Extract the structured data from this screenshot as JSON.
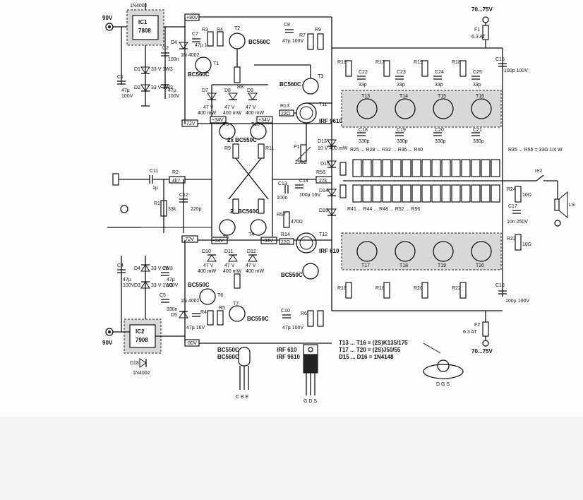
{
  "supply": {
    "in_top": "90V",
    "in_bottom": "90V",
    "rail_pos": "+72V",
    "rail_neg": "-72V",
    "rail_80p": "+80V",
    "rail_80n": "-80V",
    "rail_34p": "+34V",
    "rail_34n": "-34V",
    "out_top": "70...75V",
    "out_bottom": "70...75V"
  },
  "components": {
    "ic1": {
      "ref": "IC1",
      "part": "7808"
    },
    "ic2": {
      "ref": "IC2",
      "part": "7908"
    },
    "d_top": "1N4002",
    "d_bottom": "1N4002",
    "d6_part": "1N 4002",
    "d5_part": "1N 4002",
    "t2": "BC560C",
    "t1": "BC560C",
    "t3": "BC560C",
    "t11": "IRF 9610",
    "t12": "IRF 610",
    "t9t10": "2x BC550C",
    "t4t5": "2x BC560C",
    "t6": "BC550C",
    "t7": "BC550C",
    "t8": "BC550C",
    "c11": "1µ",
    "r2": "4k7",
    "c12": "220p",
    "r1": "33k",
    "p1": "250Ω",
    "r56": "27k",
    "c13": "100n",
    "c14": "100µ 16V",
    "r57": "470Ω",
    "r10": "22Ω",
    "r14": "22Ω",
    "c16": "100p 100V",
    "c18": "100µ 100V",
    "r24": "10Ω",
    "r22": "10Ω",
    "c17": "10n 250V",
    "f1": "6.3 AT",
    "f2": "6.3 AT",
    "re2": "re2",
    "ls": "LS",
    "d15_16": "10 V 400 mW",
    "r35_56": "R35 ... R56 = 33Ω 1/4 W"
  },
  "legend": {
    "line1": "T13 ... T16 = (2S)K135/175",
    "line2": "T17 ... T20 = (2S)J50/55",
    "line3": "D15 ... D16 = 1N4148"
  },
  "pinouts": {
    "bc_title_1": "BC550C",
    "bc_title_2": "BC560C",
    "bc_pins": "C B E",
    "irf_title_1": "IRF 610",
    "irf_title_2": "IRF 9610",
    "irf_pins": "G D S",
    "to3_pins": "D G S"
  }
}
